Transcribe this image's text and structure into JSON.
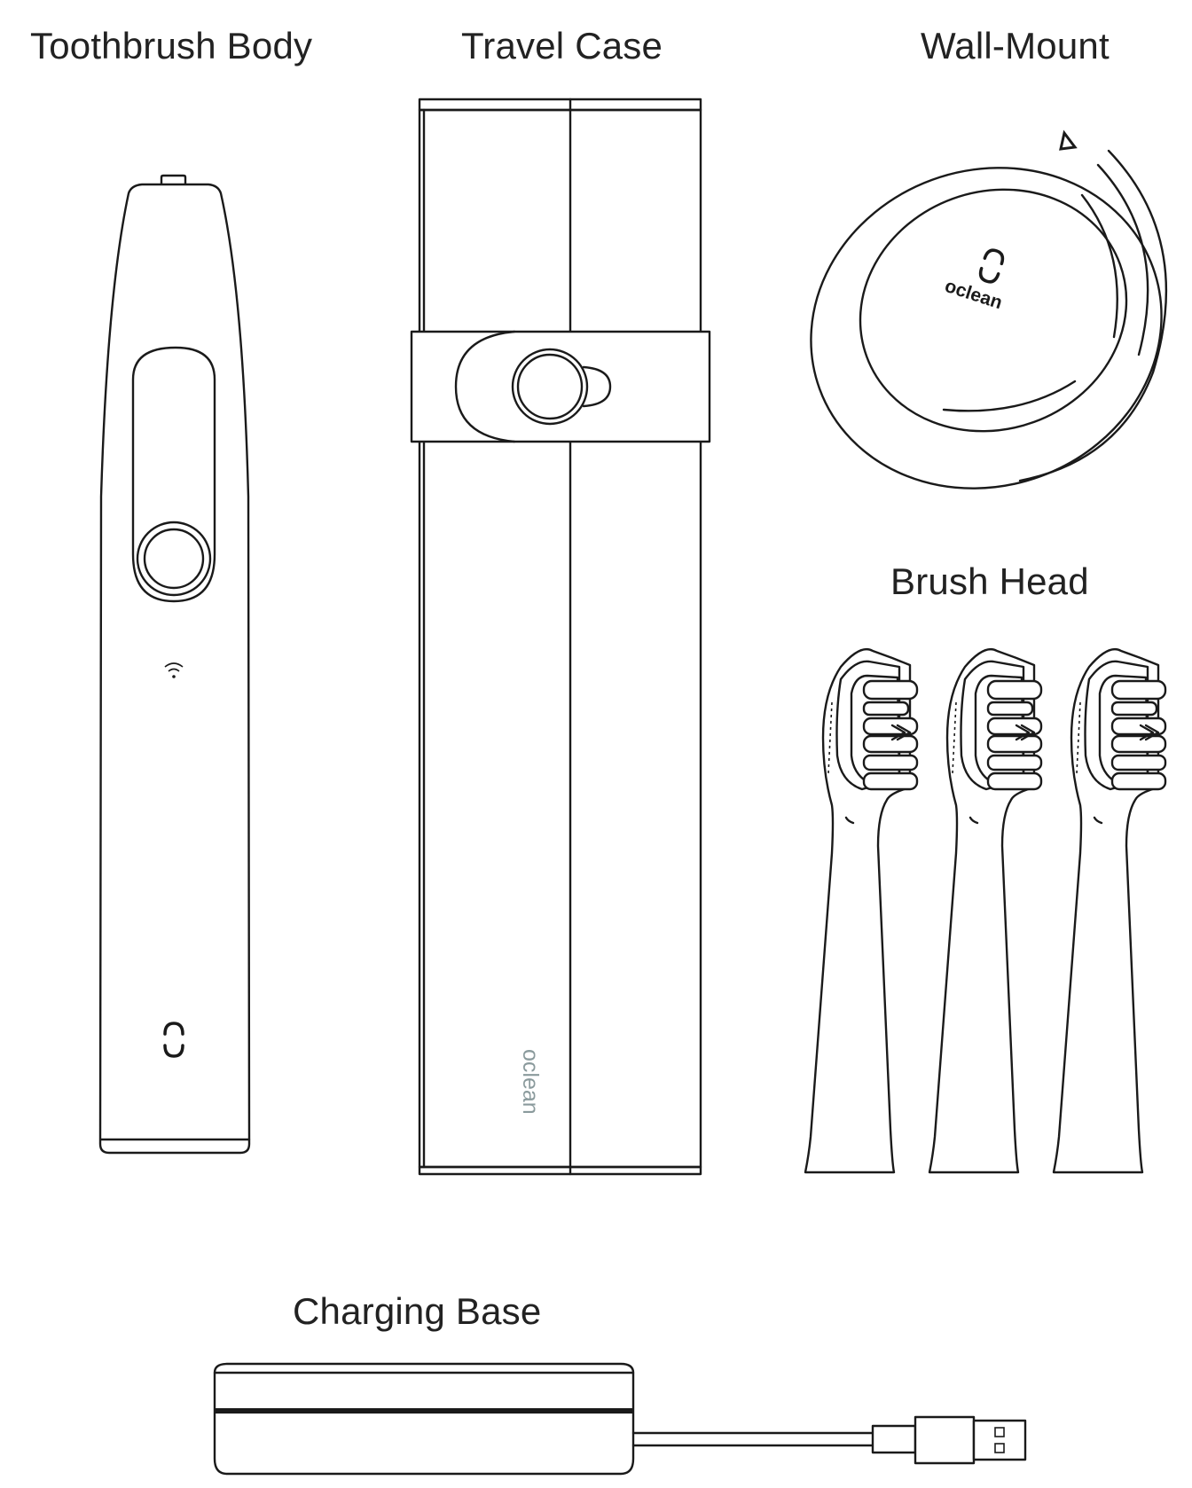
{
  "labels": {
    "toothbrush_body": "Toothbrush Body",
    "travel_case": "Travel Case",
    "wall_mount": "Wall-Mount",
    "brush_head": "Brush Head",
    "charging_base": "Charging Base"
  },
  "brand": {
    "case_logo_text": "oclean",
    "mount_logo_text": "oclean"
  },
  "icons": {
    "wifi": "wifi-icon",
    "brand_logo": "oclean-logo-icon",
    "triangle": "triangle-marker-icon",
    "usb_plug": "usb-plug-icon"
  },
  "colors": {
    "line": "#1a1a1a",
    "case_logo": "#8a9a9c",
    "background": "#ffffff"
  }
}
